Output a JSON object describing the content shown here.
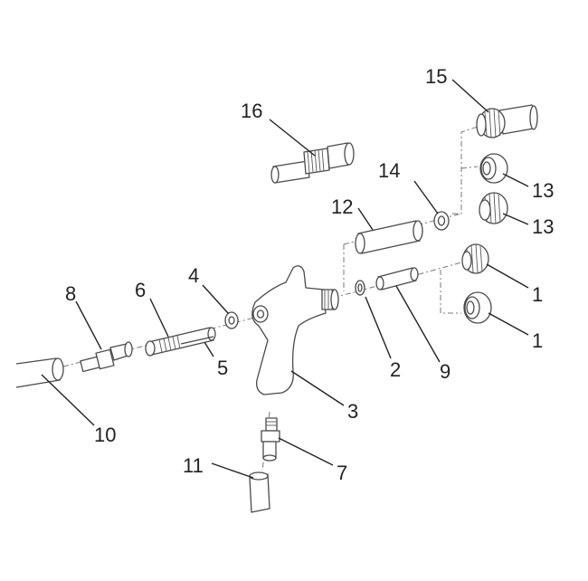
{
  "callouts": {
    "c1a": "1",
    "c1b": "1",
    "c2": "2",
    "c3": "3",
    "c4": "4",
    "c5": "5",
    "c6": "6",
    "c7": "7",
    "c8": "8",
    "c9": "9",
    "c10": "10",
    "c11": "11",
    "c12": "12",
    "c13a": "13",
    "c13b": "13",
    "c14": "14",
    "c15": "15",
    "c16": "16"
  }
}
